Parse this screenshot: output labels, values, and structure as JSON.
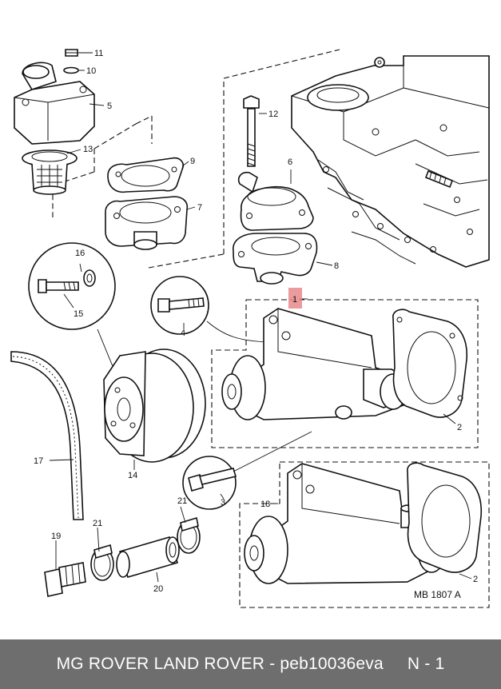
{
  "diagram": {
    "ref_code": "MB 1807 A",
    "highlight_color": "#e88a8a",
    "callouts": [
      {
        "id": "c1",
        "label": "1"
      },
      {
        "id": "c2a",
        "label": "2"
      },
      {
        "id": "c2b",
        "label": "2"
      },
      {
        "id": "c3",
        "label": "3"
      },
      {
        "id": "c4",
        "label": "4"
      },
      {
        "id": "c5",
        "label": "5"
      },
      {
        "id": "c6",
        "label": "6"
      },
      {
        "id": "c7",
        "label": "7"
      },
      {
        "id": "c8",
        "label": "8"
      },
      {
        "id": "c9",
        "label": "9"
      },
      {
        "id": "c10",
        "label": "10"
      },
      {
        "id": "c11",
        "label": "11"
      },
      {
        "id": "c12",
        "label": "12"
      },
      {
        "id": "c13",
        "label": "13"
      },
      {
        "id": "c14",
        "label": "14"
      },
      {
        "id": "c15",
        "label": "15"
      },
      {
        "id": "c16",
        "label": "16"
      },
      {
        "id": "c17",
        "label": "17"
      },
      {
        "id": "c18",
        "label": "18"
      },
      {
        "id": "c19",
        "label": "19"
      },
      {
        "id": "c20",
        "label": "20"
      },
      {
        "id": "c21a",
        "label": "21"
      },
      {
        "id": "c21b",
        "label": "21"
      }
    ]
  },
  "footer": {
    "brands": "MG ROVER LAND ROVER - peb10036eva",
    "quantity": "N - 1"
  }
}
